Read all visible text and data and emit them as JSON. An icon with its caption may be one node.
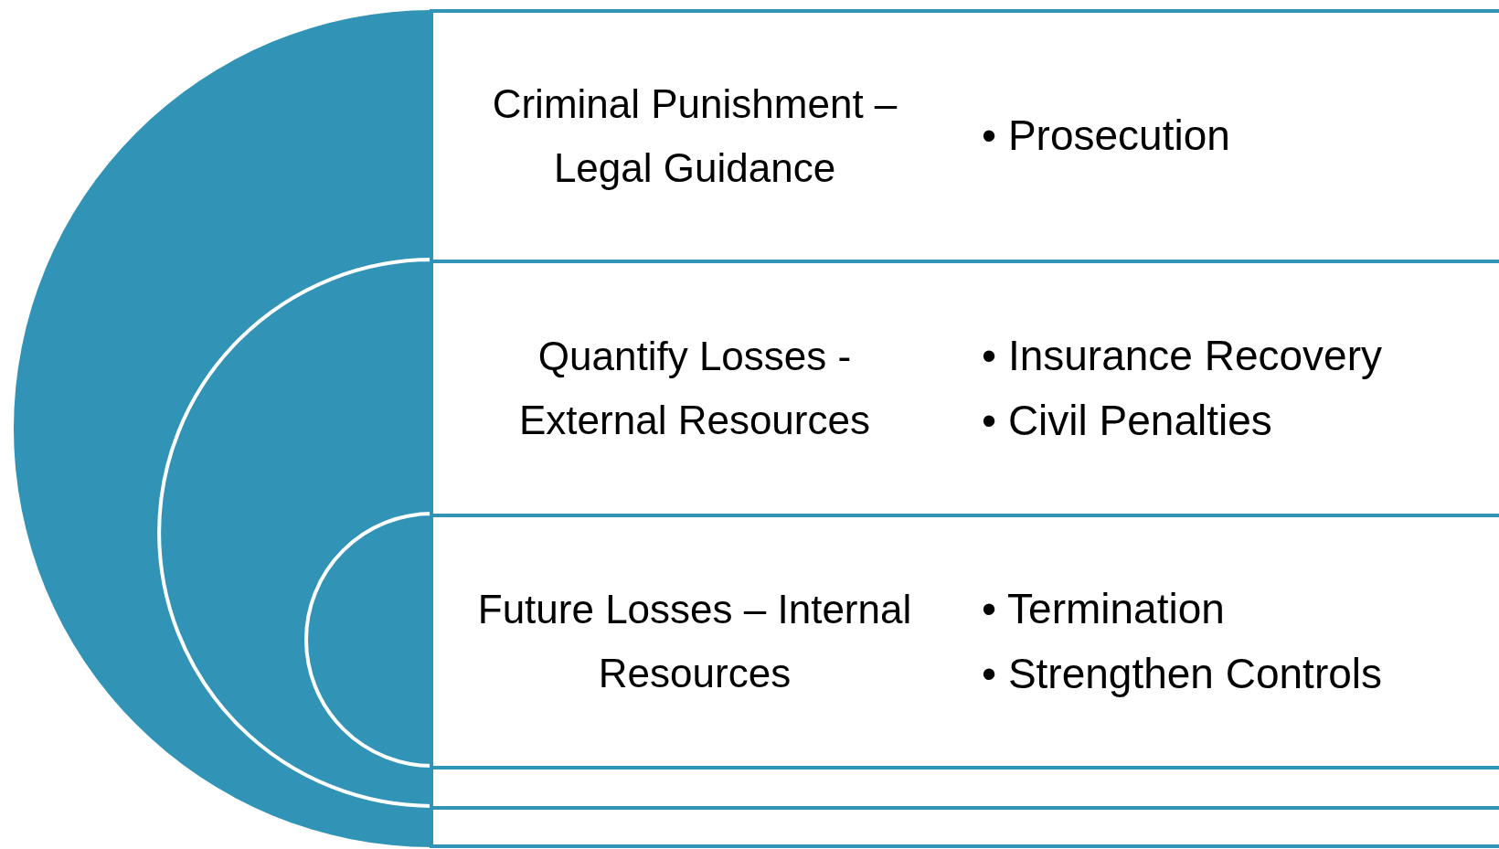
{
  "diagram": {
    "nodes": [
      {
        "text": [
          "Criminal Punishment – Legal Guidance",
          "• Prosecution"
        ]
      },
      {
        "text": [
          "Quantify Losses - External Resources",
          "• Insurance Recovery",
          "• Civil Penalties"
        ]
      },
      {
        "text": [
          "Future Losses – Internal Resources",
          "• Termination",
          "• Strengthen Controls"
        ]
      },
      {
        "text": [],
        "shape": "box"
      },
      {
        "text": [],
        "shape": "box"
      }
    ]
  }
}
